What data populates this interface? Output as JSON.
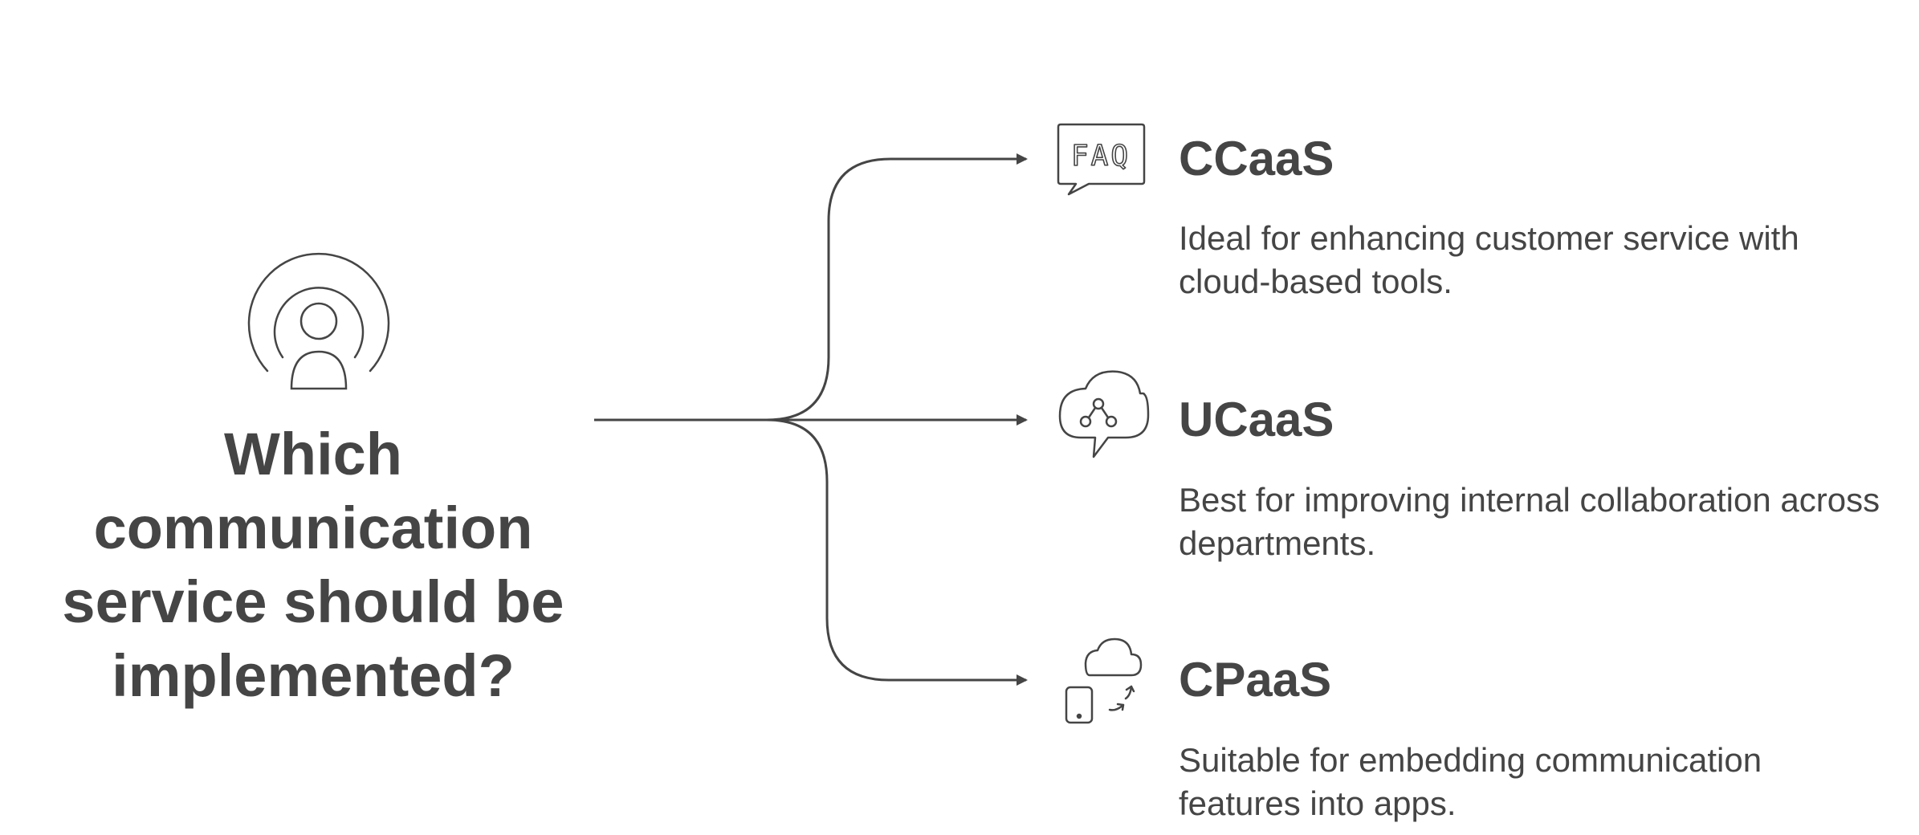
{
  "question": {
    "lines": [
      "Which",
      "communication",
      "service should be",
      "implemented?"
    ]
  },
  "options": [
    {
      "title": "CCaaS",
      "description": "Ideal for enhancing customer service with cloud-based tools.",
      "icon": "faq-speech-bubble-icon",
      "icon_text": "FAQ"
    },
    {
      "title": "UCaaS",
      "description": "Best for improving internal collaboration across departments.",
      "icon": "cloud-network-chat-icon"
    },
    {
      "title": "CPaaS",
      "description": "Suitable for embedding communication features into apps.",
      "icon": "cloud-phone-sync-icon"
    }
  ],
  "colors": {
    "ink": "#454545",
    "line": "#454545",
    "background": "#ffffff"
  },
  "central_icon": "broadcasting-person-icon"
}
